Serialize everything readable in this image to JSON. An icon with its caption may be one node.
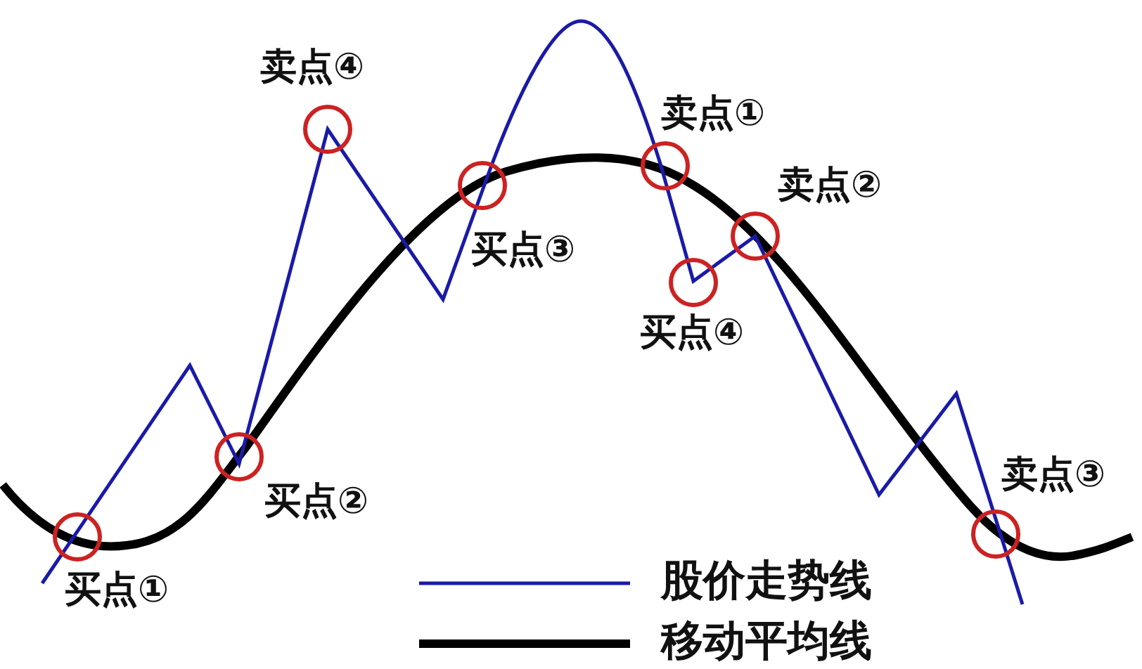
{
  "diagram": {
    "labels": [
      "卖点④",
      "卖点①",
      "卖点②",
      "买点③",
      "买点④",
      "卖点③",
      "买点②",
      "买点①"
    ],
    "legend": [
      {
        "text": "股价走势线"
      },
      {
        "text": "移动平均线"
      }
    ]
  }
}
